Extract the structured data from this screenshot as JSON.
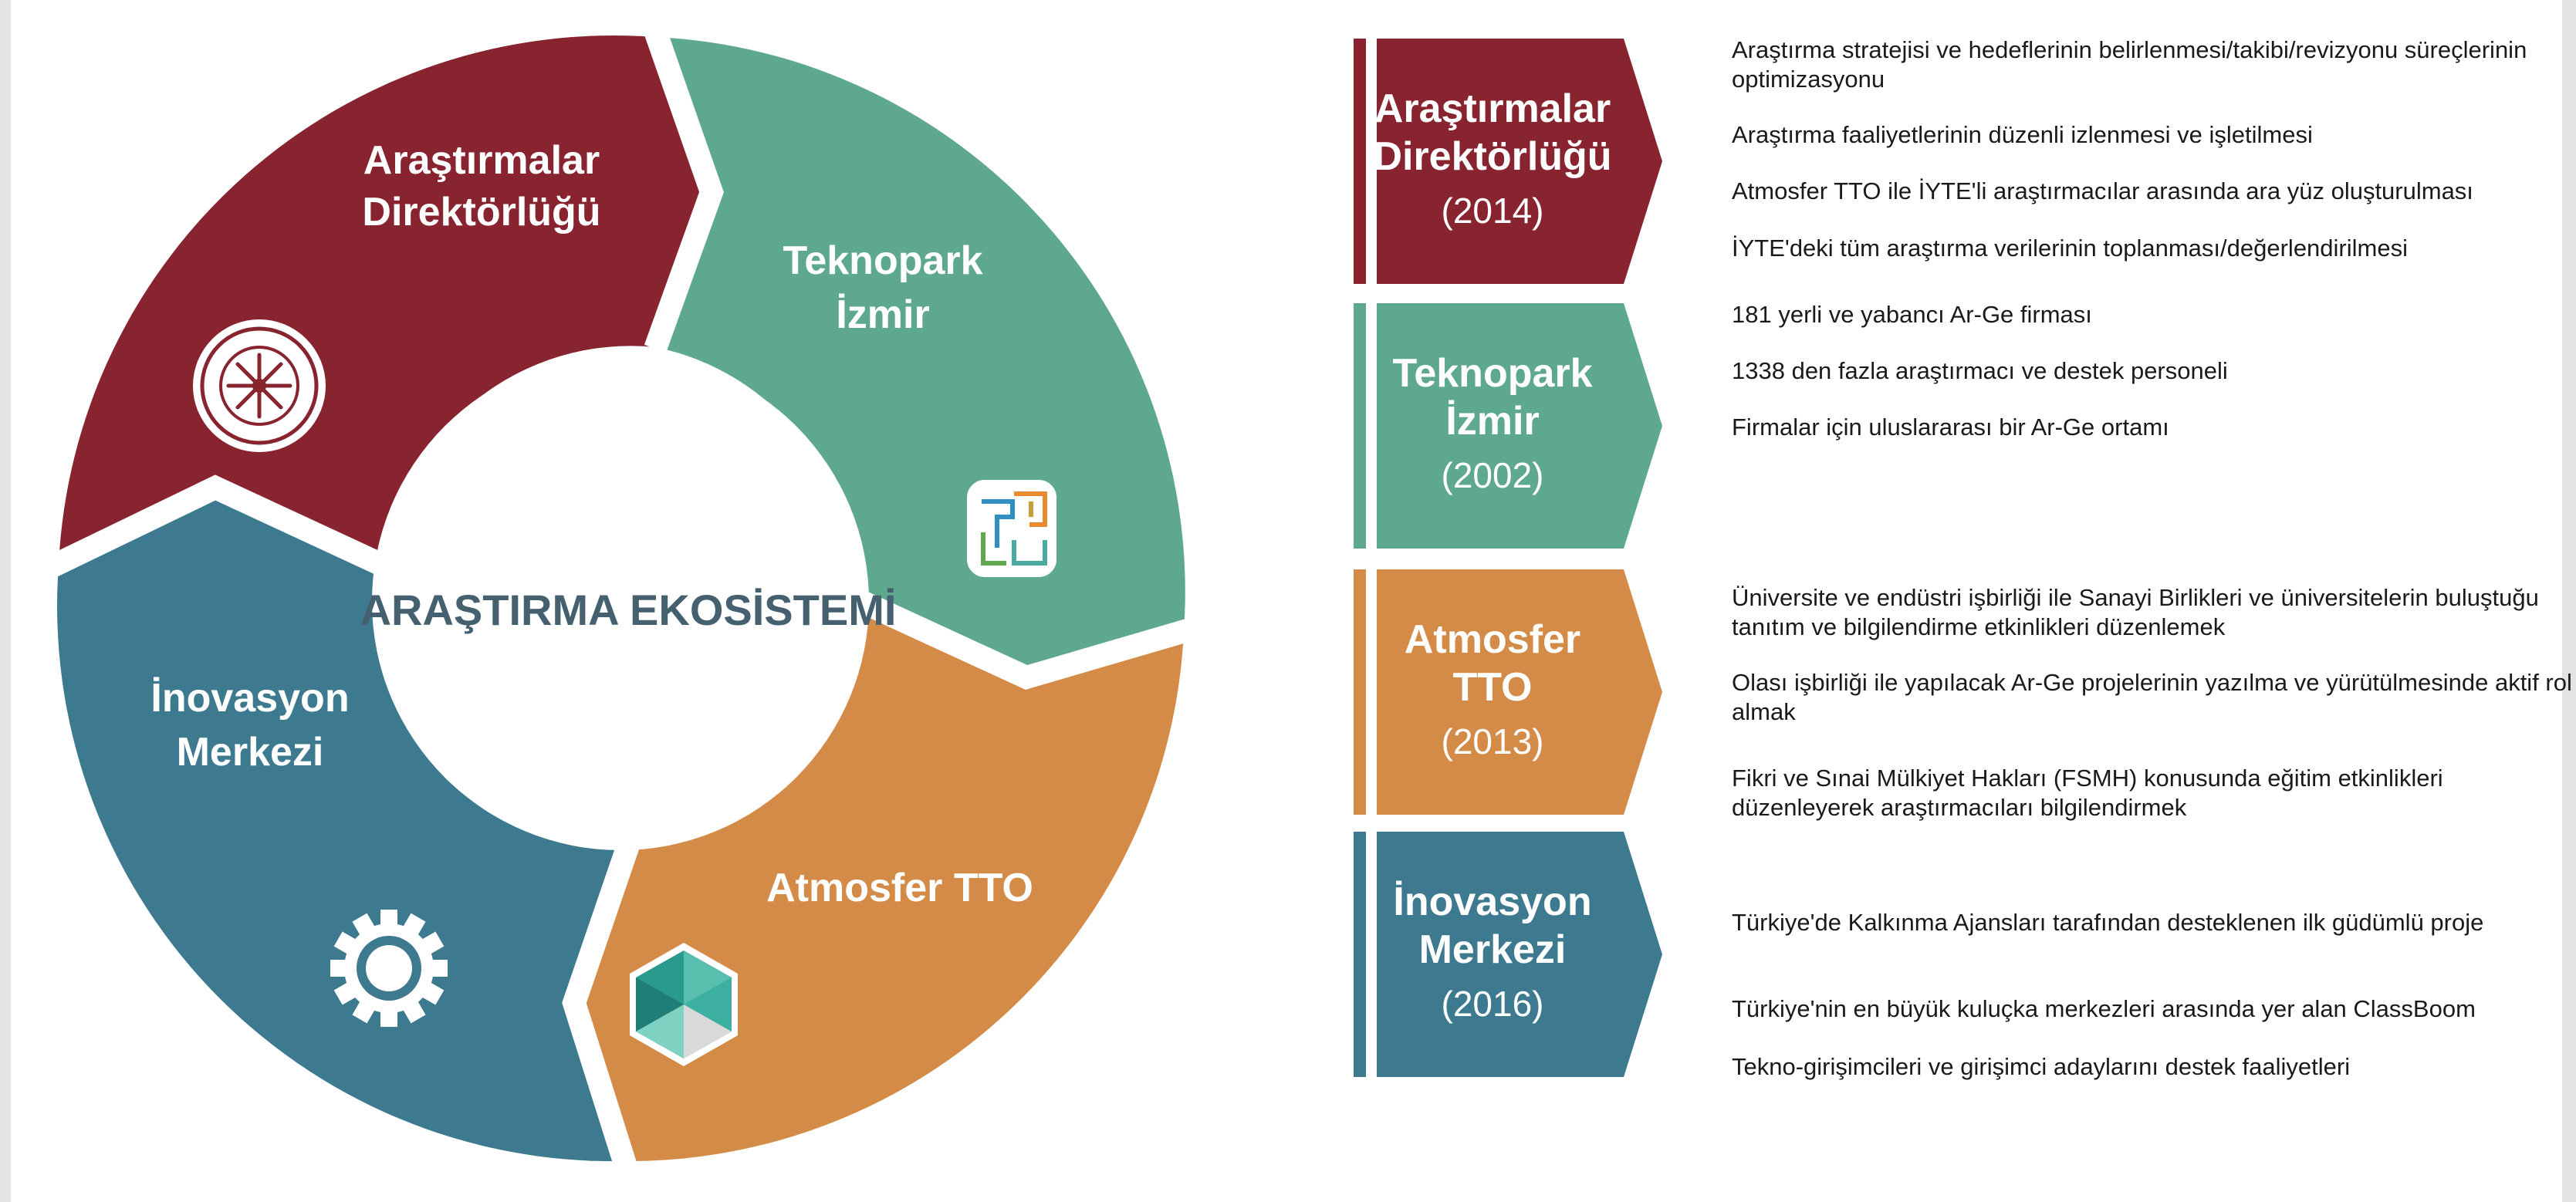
{
  "diagram": {
    "center_title": "ARAŞTIRMA EKOSİSTEMİ",
    "segments": [
      {
        "line1": "Araştırmalar",
        "line2": "Direktörlüğü",
        "color": "#88242f",
        "icon": "university-seal-icon"
      },
      {
        "line1": "Teknopark",
        "line2": "İzmir",
        "color": "#5fa890",
        "icon": "teknopark-logo-icon"
      },
      {
        "line1": "Atmosfer TTO",
        "line2": "",
        "color": "#d48b48",
        "icon": "hexagon-logo-icon"
      },
      {
        "line1": "İnovasyon",
        "line2": "Merkezi",
        "color": "#3d7a90",
        "icon": "gear-icon"
      }
    ]
  },
  "units": [
    {
      "name_line1": "Araştırmalar",
      "name_line2": "Direktörlüğü",
      "year": "(2014)",
      "color": "#88242f",
      "items": [
        "Araştırma stratejisi ve hedeflerinin belirlenmesi/takibi/revizyonu süreçlerinin optimizasyonu",
        "Araştırma faaliyetlerinin düzenli izlenmesi ve işletilmesi",
        "Atmosfer TTO ile İYTE'li araştırmacılar arasında ara yüz oluşturulması",
        "İYTE'deki tüm araştırma verilerinin toplanması/değerlendirilmesi"
      ]
    },
    {
      "name_line1": "Teknopark",
      "name_line2": "İzmir",
      "year": "(2002)",
      "color": "#5fa890",
      "items": [
        "181 yerli ve yabancı Ar-Ge firması",
        "1338 den fazla araştırmacı ve destek personeli",
        "Firmalar için uluslararası bir  Ar-Ge ortamı"
      ]
    },
    {
      "name_line1": "Atmosfer",
      "name_line2": "TTO",
      "year": "(2013)",
      "color": "#d48b48",
      "items": [
        "Üniversite ve endüstri işbirliği ile Sanayi Birlikleri ve üniversitelerin buluştuğu tanıtım ve bilgilendirme etkinlikleri düzenlemek",
        "Olası işbirliği ile yapılacak Ar-Ge projelerinin yazılma ve yürütülmesinde aktif rol almak",
        "Fikri ve Sınai Mülkiyet Hakları (FSMH) konusunda eğitim etkinlikleri düzenleyerek araştırmacıları bilgilendirmek"
      ]
    },
    {
      "name_line1": "İnovasyon",
      "name_line2": "Merkezi",
      "year": "(2016)",
      "color": "#3d7a90",
      "items": [
        "Türkiye'de Kalkınma Ajansları tarafından desteklenen ilk güdümlü proje",
        "Türkiye'nin en büyük kuluçka merkezleri arasında yer alan ClassBoom",
        "Tekno-girişimcileri ve girişimci adaylarını destek faaliyetleri"
      ]
    }
  ]
}
